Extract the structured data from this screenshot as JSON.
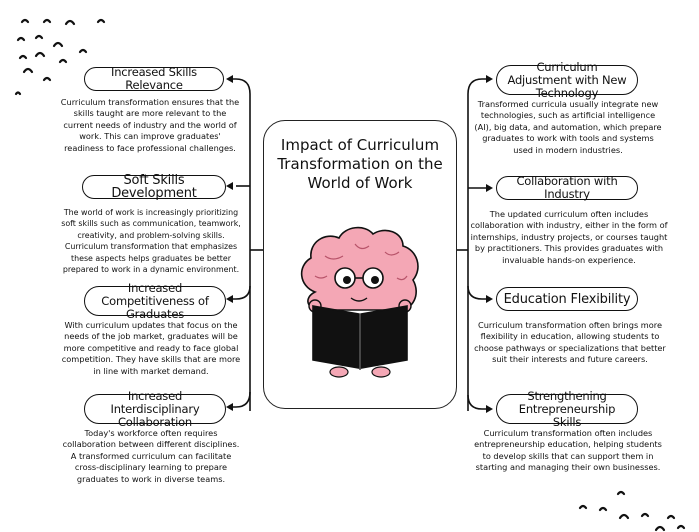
{
  "center": {
    "title": "Impact of Curriculum Transformation on the World of Work",
    "illustration": "brain-reading-book"
  },
  "left": [
    {
      "title": "Increased Skills Relevance",
      "description": "Curriculum transformation ensures that the skills taught are more relevant to the current needs of industry and the world of work. This can improve graduates' readiness to face professional challenges."
    },
    {
      "title": "Soft Skills Development",
      "description": "The world of work is increasingly prioritizing soft skills such as communication, teamwork, creativity, and problem-solving skills. Curriculum transformation that emphasizes these aspects helps graduates be better prepared to work in a dynamic environment."
    },
    {
      "title": "Increased Competitiveness of Graduates",
      "description": "With curriculum updates that focus on the needs of the job market, graduates will be more competitive and ready to face global competition. They have skills that are more in line with market demand."
    },
    {
      "title": "Increased Interdisciplinary Collaboration",
      "description": "Today's workforce often requires collaboration between different disciplines. A transformed curriculum can facilitate cross-disciplinary learning to prepare graduates to work in diverse teams."
    }
  ],
  "right": [
    {
      "title": "Curriculum Adjustment with New Technology",
      "description": "Transformed curricula usually integrate new technologies, such as artificial intelligence (AI), big data, and automation, which prepare graduates to work with tools and systems used in modern industries."
    },
    {
      "title": "Collaboration with Industry",
      "description": "The updated curriculum often includes collaboration with industry, either in the form of internships, industry projects, or courses taught by practitioners. This provides graduates with invaluable hands-on experience."
    },
    {
      "title": "Education Flexibility",
      "description": "Curriculum transformation often brings more flexibility in education, allowing students to choose pathways or specializations that better suit their interests and future careers."
    },
    {
      "title": "Strengthening Entrepreneurship Skills",
      "description": "Curriculum transformation often includes entrepreneurship education, helping students to develop skills that can support them in starting and managing their own businesses."
    }
  ],
  "colors": {
    "line": "#111111",
    "brain": "#f4a7b5",
    "book": "#111111"
  }
}
